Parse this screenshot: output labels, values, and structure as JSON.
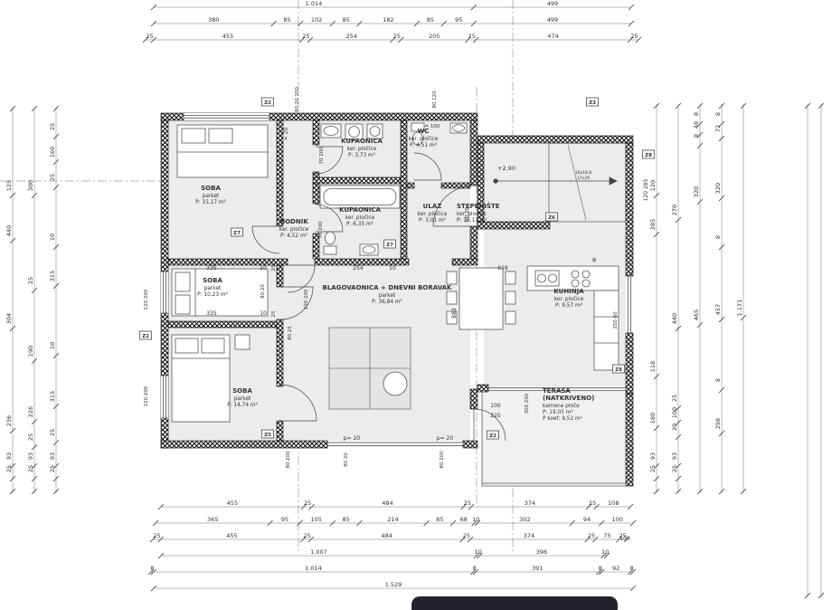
{
  "rooms": [
    {
      "name": "SOBA",
      "sub1": "parket",
      "sub2": "P: 15,17 m²"
    },
    {
      "name": "KUPAONICA",
      "sub1": "ker. pločice",
      "sub2": "P: 3,73 m²"
    },
    {
      "name": "WC",
      "sub1": "ker. pločice",
      "sub2": "P: 4,51 m²"
    },
    {
      "name": "STEPENIŠTE",
      "sub1": "ker. pločice",
      "sub2": "P: 12,13 m²"
    },
    {
      "name": "HODNIK",
      "sub1": "ker. pločice",
      "sub2": "P: 4,52 m²"
    },
    {
      "name": "KUPAONICA",
      "sub1": "ker. pločice",
      "sub2": "P: 6,35 m²"
    },
    {
      "name": "ULAZ",
      "sub1": "ker. pločice",
      "sub2": "P: 3,01 m²"
    },
    {
      "name": "SOBA",
      "sub1": "parket",
      "sub2": "P: 10,23 m²"
    },
    {
      "name": "BLAGOVAONICA + DNEVNI BORAVAK",
      "sub1": "parket",
      "sub2": "P: 36,84 m²"
    },
    {
      "name": "KUHINJA",
      "sub1": "ker. pločice",
      "sub2": "P: 9,57 m²"
    },
    {
      "name": "SOBA",
      "sub1": "parket",
      "sub2": "P: 14,74 m²"
    },
    {
      "name": "TERASA",
      "name2": "(NATKRIVENO)",
      "sub1": "kamene ploče",
      "sub2": "P: 19,05 m²",
      "sub3": "P koef: 9,52 m²"
    }
  ],
  "dims": {
    "top": [
      [
        "1.014",
        "499"
      ],
      [
        "380",
        "85",
        "102",
        "85",
        "182",
        "85",
        "95",
        "499"
      ],
      [
        "25",
        "455",
        "25",
        "254",
        "25",
        "205",
        "25",
        "474",
        "25"
      ]
    ],
    "bottom": [
      [
        "455",
        "25",
        "484",
        "25",
        "374",
        "25",
        "108"
      ],
      [
        "365",
        "95",
        "105",
        "85",
        "214",
        "85",
        "68",
        "10",
        "302",
        "94",
        "100"
      ],
      [
        "25",
        "455",
        "25",
        "484",
        "25",
        "374",
        "25",
        "75",
        "25"
      ],
      [
        "1.007",
        "10",
        "396",
        "10"
      ],
      [
        "8",
        "1.014",
        "8",
        "391",
        "8",
        "92",
        "8"
      ],
      [
        "1.529"
      ]
    ],
    "left": [
      "25",
      "160",
      "25",
      "10",
      "315",
      "10",
      "315",
      "25",
      "93",
      "25",
      "300",
      "25",
      "190",
      "226",
      "25",
      "93",
      "25",
      "125",
      "440",
      "304",
      "236",
      "93",
      "25"
    ],
    "right": [
      "120",
      "285",
      "118",
      "180",
      "93",
      "25",
      "270",
      "440",
      "25",
      "100",
      "20",
      "93",
      "25",
      "8",
      "48",
      "8",
      "320",
      "465",
      "8",
      "72",
      "320",
      "8",
      "457",
      "8",
      "298",
      "1.171"
    ]
  },
  "annotations": [
    "= 20",
    "80 20 200",
    "70 200",
    "= 100",
    "70 200",
    "90 20",
    "120 285",
    "+2,90",
    "335",
    "10",
    "25",
    "254",
    "10",
    "619",
    "80 20",
    "100 200",
    "120 200",
    "883",
    "335",
    "10",
    "25",
    "80 25",
    "120 200",
    "250 60",
    "300 200",
    "100",
    "225",
    "p= 20",
    "p= 20",
    "80 200",
    "80 20",
    "80 200",
    "100",
    "✳",
    "80 120",
    "16x18,8",
    "17x29"
  ],
  "markers": [
    "Z2",
    "Z3",
    "Z8",
    "Z7",
    "Z7",
    "Z6",
    "Z2",
    "Z8",
    "Z5",
    "Z2"
  ],
  "colors": {
    "wall": "#111111",
    "room_fill": "#ececec",
    "terrace_fill": "#f1f1f1",
    "dim_text": "#333333",
    "footer_bar": "#23232b"
  }
}
